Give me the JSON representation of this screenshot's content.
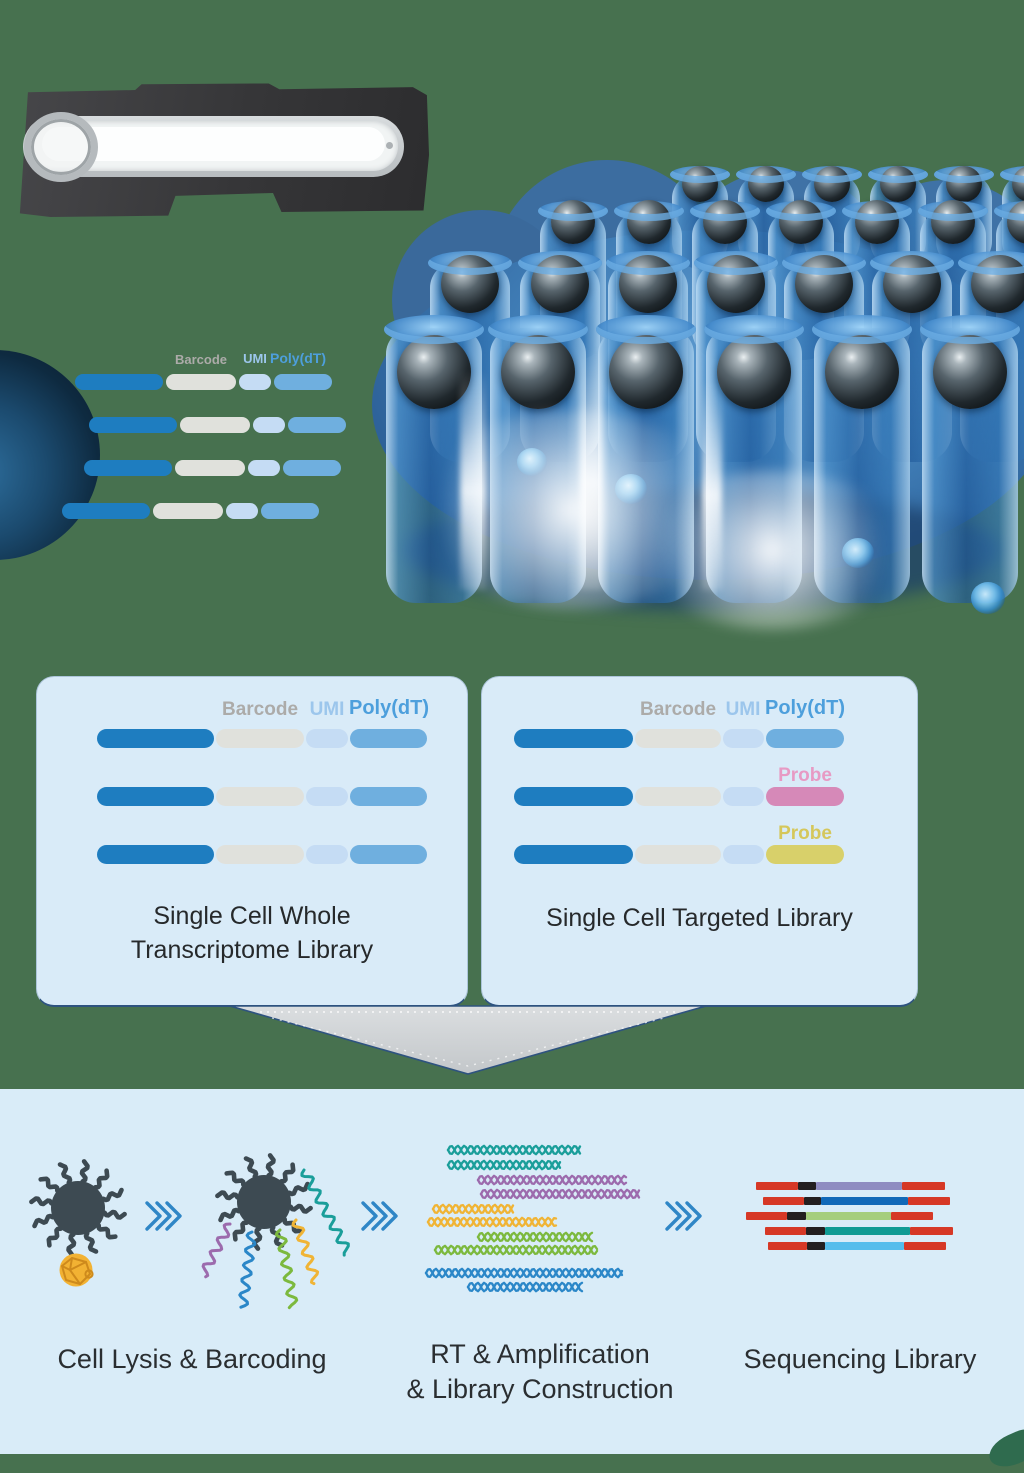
{
  "figure": {
    "description": "Single cell microwell barcoding workflow diagram"
  },
  "strand_labels": {
    "barcode": "Barcode",
    "umi": "UMI",
    "polydt": "Poly(dT)",
    "probe": "Probe"
  },
  "panels": {
    "left": {
      "title_line1": "Single Cell Whole",
      "title_line2": "Transcriptome Library",
      "rows": [
        "poly",
        "poly",
        "poly"
      ]
    },
    "right": {
      "title": "Single Cell Targeted Library",
      "rows": [
        "poly",
        "probe_pink",
        "probe_yellow"
      ]
    }
  },
  "workflow": {
    "step1": "Cell Lysis & Barcoding",
    "step2_line1": "RT & Amplification",
    "step2_line2": "& Library Construction",
    "step3": "Sequencing Library"
  },
  "icons": {
    "step_arrow": "triple-chevron-right",
    "flow_arrow": "big-down-arrow",
    "chip": "microfluidic-cartridge",
    "bead": "barcoded-bead",
    "microwells": "microwell-array-with-beads-and-cells"
  },
  "colors": {
    "background": "#47714F",
    "panel_bg": "#D9EBF8",
    "bottom_bg": "#D9ECF8",
    "seg_dark": "#1E7DC0",
    "seg_gray": "#E0E1DC",
    "seg_umi": "#C5DCF4",
    "seg_poly": "#6FAFDF",
    "seg_probe_pink": "#D689B8",
    "seg_probe_yellow": "#D8D06A",
    "label_barcode": "#ACABA9",
    "label_umi": "#9CC6EC",
    "label_polydt": "#4D9FDC",
    "label_probe_pink": "#E79AC4",
    "label_probe_yellow": "#D5C75B",
    "title_text": "#26292B",
    "chevron": "#2F86C6",
    "dna_teal": "#1A9E9A",
    "dna_purple": "#9C6BAD",
    "dna_yellow": "#F0B435",
    "dna_green": "#7CB93E",
    "dna_blue": "#2B87C8",
    "bar_red": "#D63826",
    "bar_black": "#231F20",
    "library_bar_mids": [
      "bar_purple",
      "bar_dblue",
      "bar_green",
      "bar_teal",
      "bar_lblue"
    ],
    "bar_purple": "#8F8CC1",
    "bar_dblue": "#1169B8",
    "bar_green": "#A5CE7D",
    "bar_teal": "#0F9B94",
    "bar_lblue": "#55BDEC",
    "cell_body": "#3D4A52",
    "cell_orange": "#F2B233",
    "cell_orange_line": "#CE8A1C",
    "arrow_fill_top": "#DBDEE0",
    "arrow_fill_bottom": "#C3C7CA",
    "arrow_stroke": "#2E537F"
  }
}
